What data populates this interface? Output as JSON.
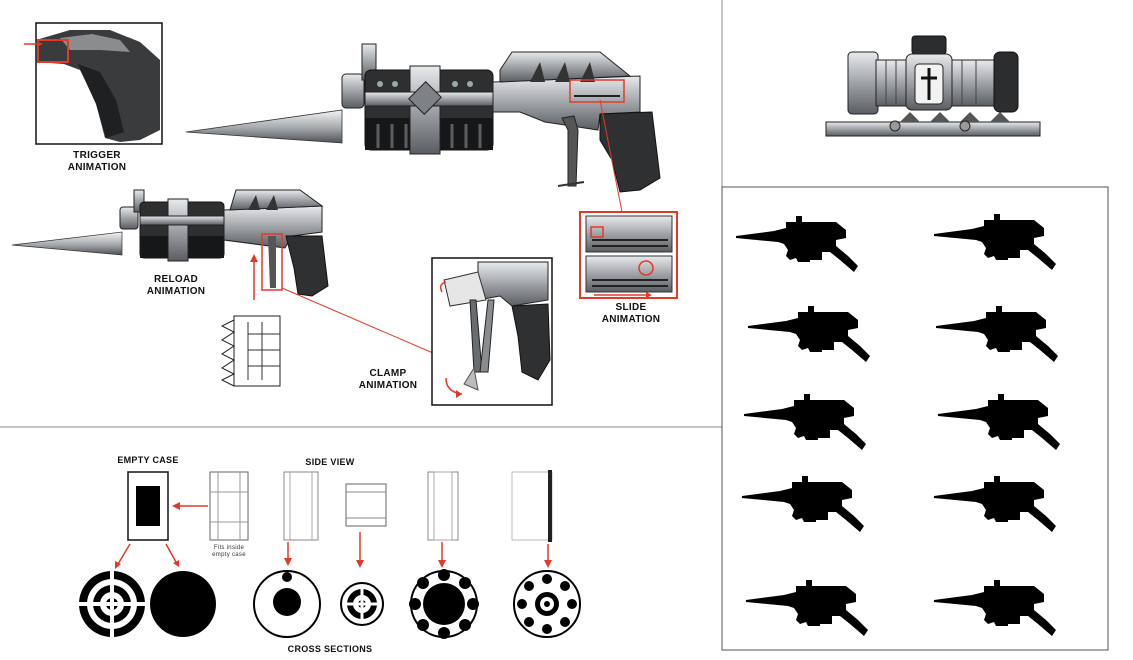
{
  "labels": {
    "trigger": "TRIGGER ANIMATION",
    "reload": "RELOAD ANIMATION",
    "slide": "SLIDE ANIMATION",
    "clamp": "CLAMP ANIMATION",
    "empty_case": "EMPTY CASE",
    "side_view": "SIDE VIEW",
    "cross_sections": "CROSS SECTIONS",
    "fits_inside": "Fits inside empty case"
  },
  "colors": {
    "accent_red": "#e23a2a",
    "metal_dark": "#2b2b2b",
    "metal_light": "#c9cbcd",
    "silhouette": "#000000"
  },
  "silhouette_grid": {
    "rows": 5,
    "columns": 2
  }
}
